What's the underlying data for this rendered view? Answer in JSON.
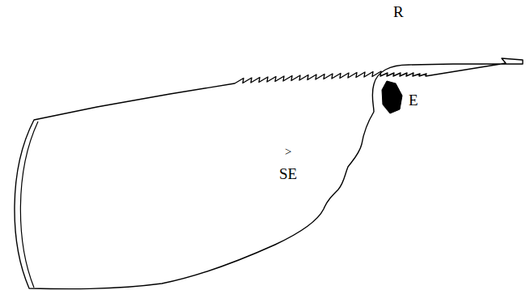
{
  "diagram": {
    "labels": [
      "R",
      "E",
      ">",
      "SE"
    ]
  }
}
